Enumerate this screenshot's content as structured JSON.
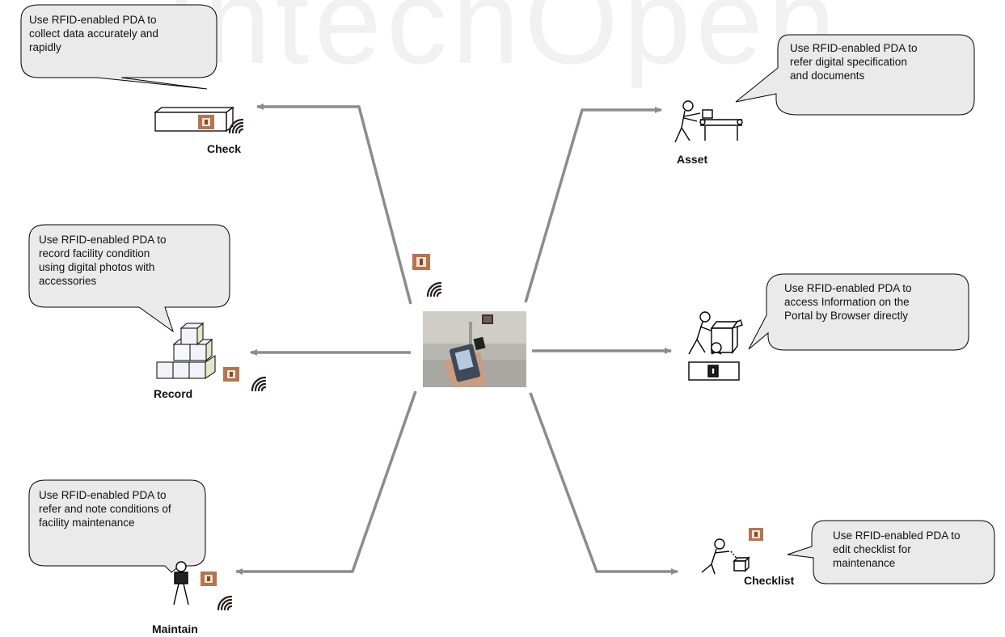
{
  "watermark": "IntechOpen",
  "center": {
    "photo": "rfid-pda-photo"
  },
  "nodes": {
    "check": {
      "label": "Check",
      "bubble": "Use RFID-enabled PDA  to\ncollect data accurately and\nrapidly",
      "icon": "box-icon"
    },
    "asset": {
      "label": "Asset",
      "bubble": "Use RFID-enabled PDA to\nrefer digital specification\nand documents",
      "icon": "worker-conveyor-icon"
    },
    "record": {
      "label": "Record",
      "bubble": "Use RFID-enabled PDA to\nrecord facility condition\nusing digital photos with\naccessories",
      "icon": "stacked-boxes-icon"
    },
    "portal": {
      "label": "",
      "bubble": "Use RFID-enabled PDA to\naccess Information on the\nPortal by Browser directly",
      "icon": "worker-loading-icon"
    },
    "maintain": {
      "label": "Maintain",
      "bubble": "Use RFID-enabled PDA to\nrefer and note conditions of\nfacility maintenance",
      "icon": "worker-icon"
    },
    "checklist": {
      "label": "Checklist",
      "bubble": "Use RFID-enabled PDA to\nedit checklist for\nmaintenance",
      "icon": "worker-pouring-icon"
    }
  },
  "colors": {
    "arrow": "#8c8c8c",
    "bubble_fill": "#eaeaea",
    "bubble_stroke": "#000000",
    "tag": "#b5734f"
  }
}
